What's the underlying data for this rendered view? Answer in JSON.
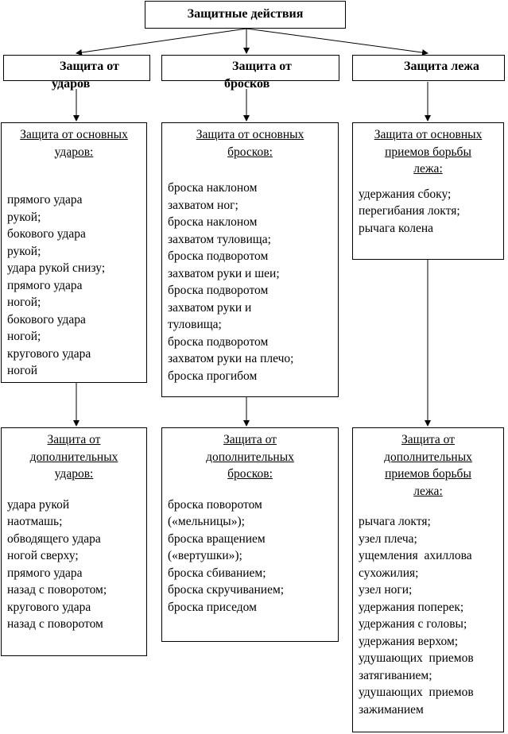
{
  "root": {
    "title": "Защитные действия"
  },
  "categories": [
    {
      "line1": "Защита от",
      "line2": "ударов"
    },
    {
      "line1": "Защита от",
      "line2": "бросков"
    },
    {
      "line1": "Защита лежа",
      "line2": ""
    }
  ],
  "cards": {
    "strikes_basic": {
      "heading": [
        "Защита от основных",
        "ударов:"
      ],
      "items": [
        "прямого удара",
        "рукой;",
        "бокового удара",
        "рукой;",
        "удара рукой снизу;",
        "прямого удара",
        "ногой;",
        "бокового удара",
        "ногой;",
        "кругового удара",
        "ногой"
      ]
    },
    "throws_basic": {
      "heading": [
        "Защита от основных",
        "бросков:"
      ],
      "items": [
        "броска наклоном",
        "захватом ног;",
        "броска наклоном",
        "захватом туловища;",
        "броска подворотом",
        "захватом руки и шеи;",
        "броска подворотом",
        "захватом руки и",
        "туловища;",
        "броска подворотом",
        "захватом руки на плечо;",
        "броска прогибом"
      ]
    },
    "ground_basic": {
      "heading": [
        "Защита от основных",
        "приемов борьбы",
        "лежа:"
      ],
      "items": [
        "удержания сбоку;",
        "перегибания локтя;",
        "рычага колена"
      ]
    },
    "strikes_extra": {
      "heading": [
        "Защита от",
        "дополнительных",
        "ударов:"
      ],
      "items": [
        "удара рукой",
        "наотмашь;",
        "обводящего удара",
        "ногой сверху;",
        "прямого удара",
        "назад с поворотом;",
        "кругового удара",
        "назад с поворотом"
      ]
    },
    "throws_extra": {
      "heading": [
        "Защита от",
        "дополнительных",
        "бросков:"
      ],
      "items": [
        "броска поворотом",
        "(«мельницы»);",
        "броска вращением",
        "(«вертушки»);",
        "броска сбиванием;",
        "броска скручиванием;",
        "броска приседом"
      ]
    },
    "ground_extra": {
      "heading": [
        "Защита от",
        "дополнительных",
        "приемов борьбы",
        "лежа:"
      ],
      "items": [
        "рычага локтя;",
        "узел плеча;",
        "ущемления  ахиллова",
        "сухожилия;",
        "узел ноги;",
        "удержания поперек;",
        "удержания с головы;",
        "удержания верхом;",
        "удушающих  приемов",
        "затягиванием;",
        "удушающих  приемов",
        "зажиманием"
      ]
    }
  }
}
